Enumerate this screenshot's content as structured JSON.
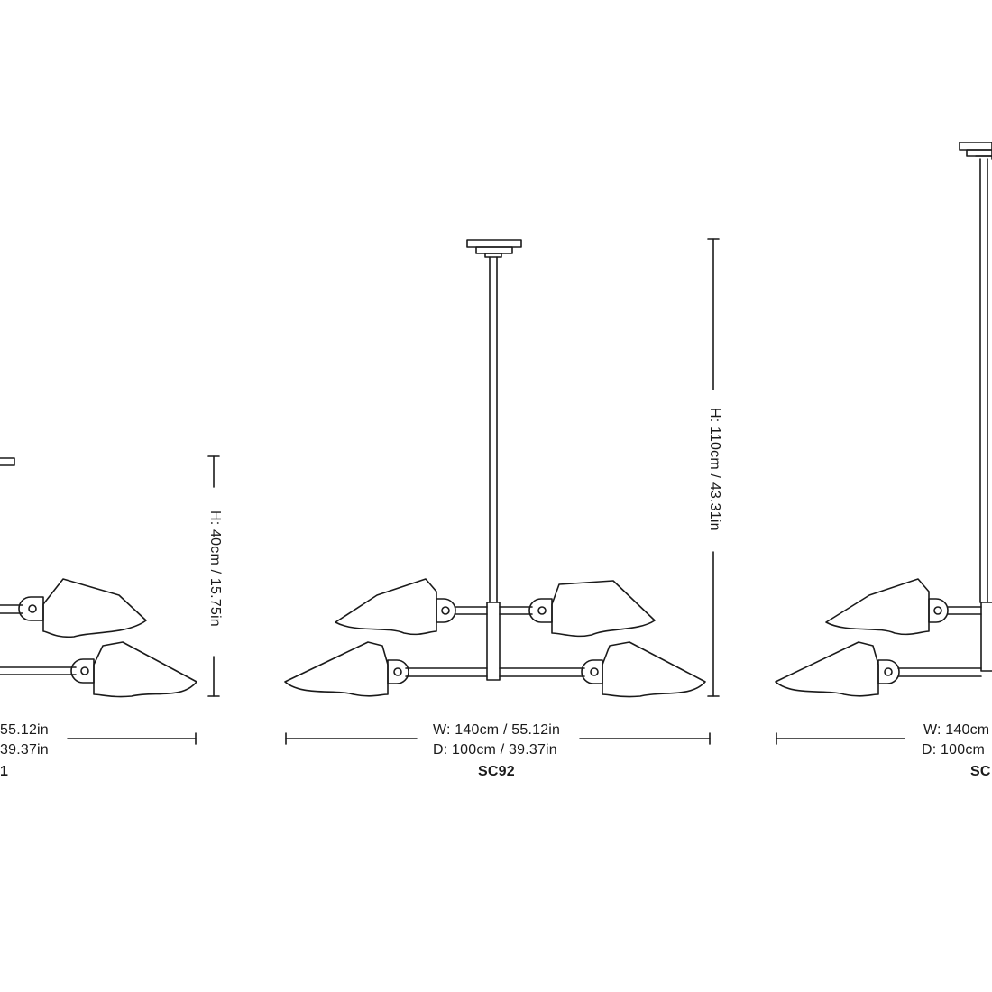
{
  "colors": {
    "ink": "#1a1a1a",
    "background": "#ffffff"
  },
  "left": {
    "height_label": "H: 40cm / 15.75in",
    "width_label_partial": "55.12in",
    "depth_label_partial": "39.37in",
    "code_partial": "1"
  },
  "center": {
    "height_label": "H: 110cm / 43.31in",
    "width_label": "W: 140cm / 55.12in",
    "depth_label": "D: 100cm / 39.37in",
    "code": "SC92"
  },
  "right": {
    "width_label_partial": "W: 140cm",
    "depth_label_partial": "D: 100cm",
    "code_partial": "SC"
  }
}
